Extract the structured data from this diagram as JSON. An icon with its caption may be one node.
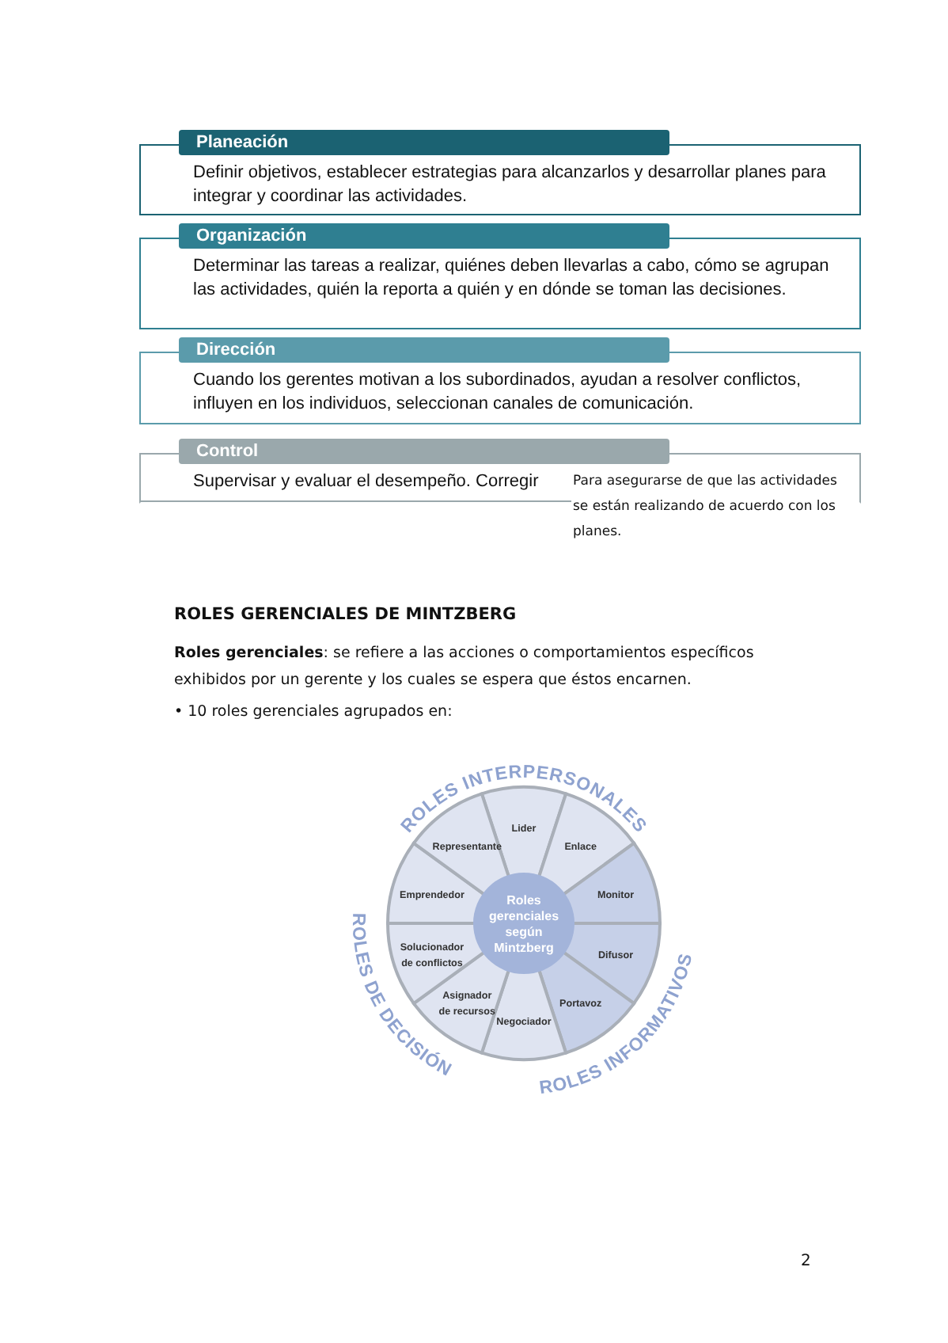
{
  "diagram": {
    "nodes": [
      {
        "text": [
          "Planeación",
          "Definir objetivos, establecer estrategias para alcanzarlos y desarrollar planes para integrar y coordinar las actividades."
        ]
      },
      {
        "text": [
          "Organización",
          "Determinar las tareas a realizar, quiénes deben llevarlas a cabo, cómo se agrupan las actividades, quién la reporta a quién y en dónde se toman las decisiones."
        ]
      },
      {
        "text": [
          "Dirección",
          "Cuando los gerentes motivan a los subordinados, ayudan a resolver conflictos, influyen en los individuos, seleccionan canales de comunicación."
        ]
      },
      {
        "text": [
          "Control",
          "Supervisar y evaluar el desempeño. Corregir"
        ],
        "beside": [
          "Para asegurarse de que las actividades se están realizando de acuerdo con los planes."
        ]
      },
      {
        "text": [
          "Roles gerenciales según Mintzberg"
        ]
      },
      {
        "text": [
          "Lider"
        ]
      },
      {
        "text": [
          "Enlace"
        ]
      },
      {
        "text": [
          "Monitor"
        ]
      },
      {
        "text": [
          "Difusor"
        ]
      },
      {
        "text": [
          "Portavoz"
        ]
      },
      {
        "text": [
          "Negociador"
        ]
      },
      {
        "text": [
          "Asignador de recursos"
        ]
      },
      {
        "text": [
          "Solucionador de conflictos"
        ]
      },
      {
        "text": [
          "Emprendedor"
        ]
      },
      {
        "text": [
          "Representante"
        ]
      }
    ],
    "labels": [
      "ROLES GERENCIALES DE MINTZBERG",
      "**Roles gerenciales**: se refiere a las acciones o comportamientos específicos exhibidos por un gerente y los cuales se espera que éstos encarnen.",
      "• 10 roles gerenciales agrupados en:",
      "ROLES INTERPERSONALES",
      "ROLES INFORMATIVOS",
      "ROLES DE DECISIÓN",
      "2"
    ]
  }
}
